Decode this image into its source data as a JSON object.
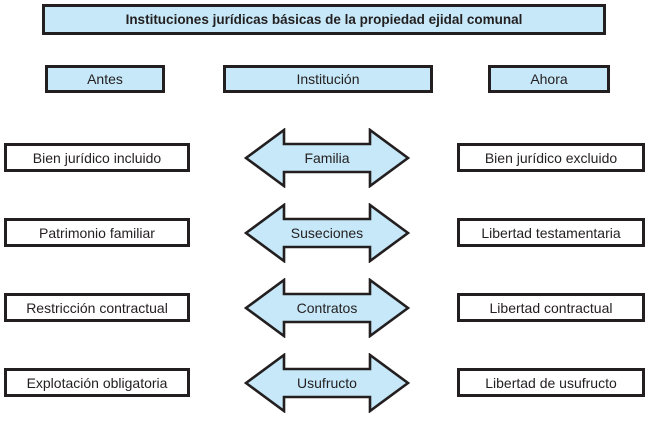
{
  "title": "Instituciones jurídicas básicas de la propiedad ejidal comunal",
  "columns": {
    "before": "Antes",
    "institution": "Institución",
    "now": "Ahora"
  },
  "rows": [
    {
      "before": "Bien jurídico incluido",
      "institution": "Familia",
      "now": "Bien jurídico excluido"
    },
    {
      "before": "Patrimonio familiar",
      "institution": "Suseciones",
      "now": "Libertad testamentaria"
    },
    {
      "before": "Restricción contractual",
      "institution": "Contratos",
      "now": "Libertad contractual"
    },
    {
      "before": "Explotación obligatoria",
      "institution": "Usufructo",
      "now": "Libertad de usufructo"
    }
  ],
  "colors": {
    "box_fill_blue": "#c6e8f8",
    "box_fill_white": "#ffffff",
    "border": "#231f20",
    "text": "#231f20",
    "background": "#ffffff"
  }
}
